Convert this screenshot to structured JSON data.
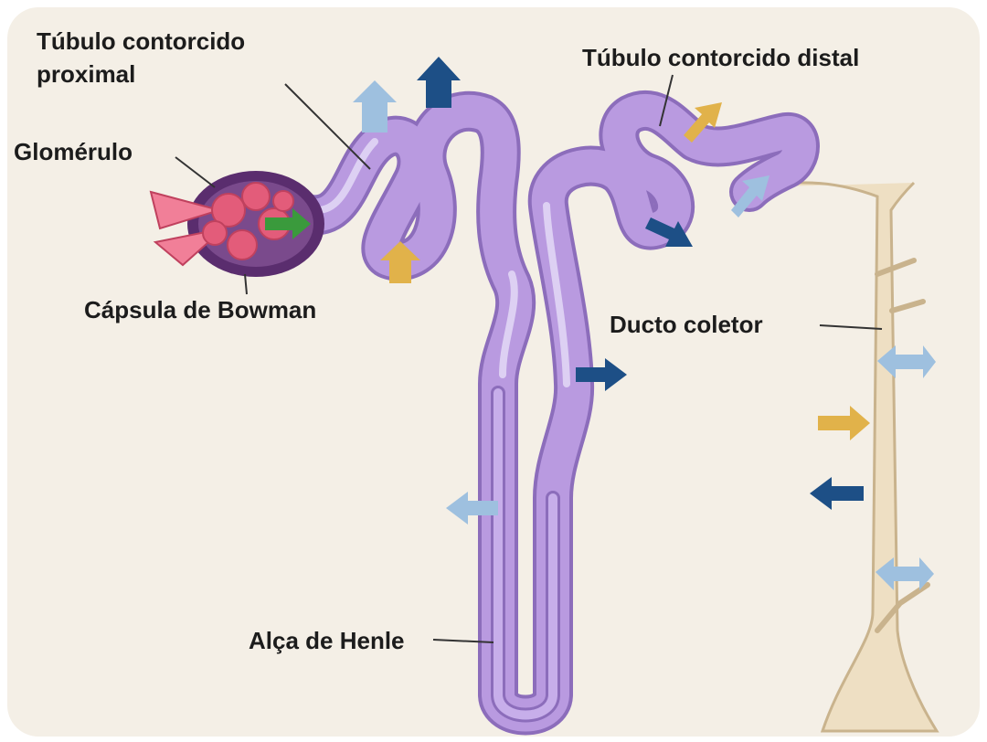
{
  "labels": {
    "proximal_tubule_line1": "Túbulo contorcido",
    "proximal_tubule_line2": "proximal",
    "distal_tubule": "Túbulo contorcido distal",
    "glomerulus": "Glomérulo",
    "bowman_capsule": "Cápsula de Bowman",
    "collecting_duct": "Ducto coletor",
    "loop_of_henle": "Alça de Henle"
  },
  "colors": {
    "background": "#f4efe6",
    "tubule": "#b99ae0",
    "tubule_outline": "#8c6dbb",
    "collecting_duct": "#eedfc3",
    "capsule": "#5a2d6e",
    "glomerulus": "#e35c7a",
    "arrow_dark_blue": "#1d4f86",
    "arrow_light_blue": "#9ec0df",
    "arrow_yellow": "#e1b24a",
    "arrow_green": "#3a9a3c"
  }
}
